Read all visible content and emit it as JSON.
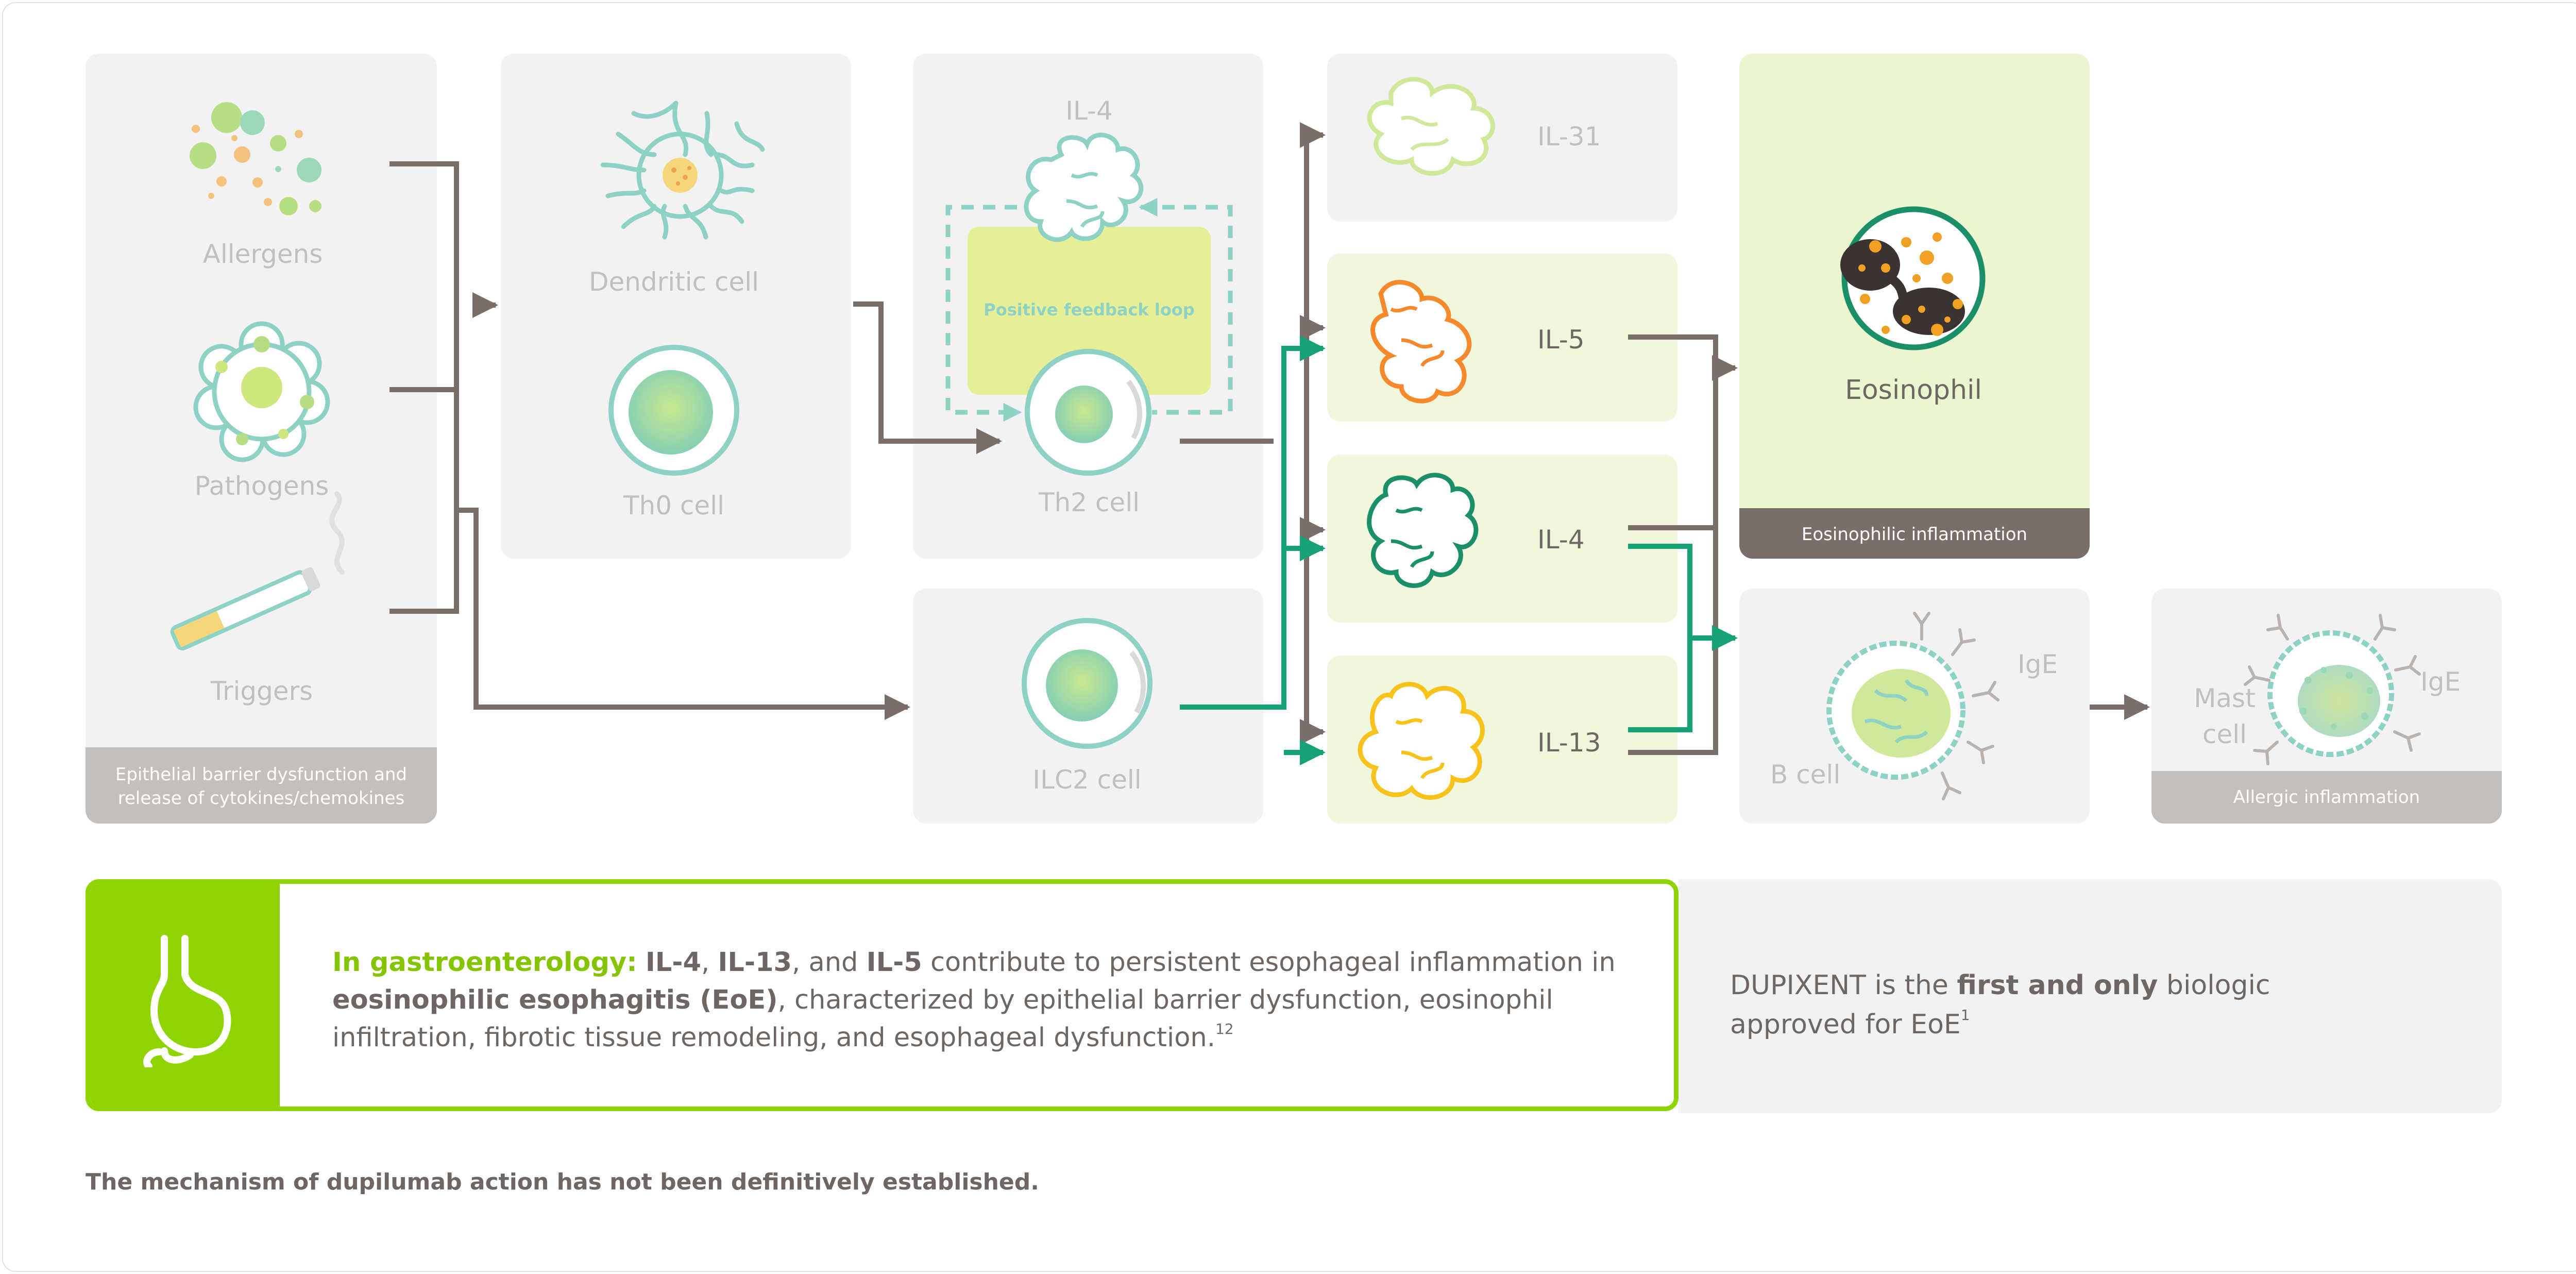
{
  "colors": {
    "panel_gray": "#f2f2f2",
    "panel_green": "#f0f7dd",
    "panel_green_strong": "#eaf6d0",
    "label_gray": "#c0c0c0",
    "label_dark": "#6e6662",
    "line_brown": "#7a6e68",
    "line_green": "#17a176",
    "accent_green": "#8fd400",
    "teal_cell": "#8ed2c5",
    "orange_cytokine": "#f5892c",
    "yellow_cytokine": "#f6c21b",
    "green_cytokine": "#1b8f67",
    "feedback_yellow": "#e6ee96"
  },
  "diagram": {
    "triggers_panel": {
      "allergens": "Allergens",
      "pathogens": "Pathogens",
      "triggers": "Triggers",
      "footer_line1": "Epithelial barrier dysfunction and",
      "footer_line2": "release of cytokines/chemokines"
    },
    "dendritic_panel": {
      "dendritic": "Dendritic cell",
      "th0": "Th0 cell"
    },
    "th2_panel": {
      "il4_top": "IL-4",
      "feedback": "Positive feedback loop",
      "th2": "Th2 cell"
    },
    "ilc2_panel": {
      "ilc2": "ILC2 cell"
    },
    "cytokines": {
      "il31": "IL-31",
      "il5": "IL-5",
      "il4": "IL-4",
      "il13": "IL-13"
    },
    "eosinophil_panel": {
      "eosinophil": "Eosinophil",
      "footer": "Eosinophilic inflammation"
    },
    "bcell_panel": {
      "ige": "IgE",
      "bcell": "B cell"
    },
    "mast_panel": {
      "mast_line1": "Mast",
      "mast_line2": "cell",
      "ige": "IgE",
      "footer": "Allergic inflammation"
    }
  },
  "info_box": {
    "icon": "stomach-icon",
    "lead": "In gastroenterology:",
    "il4": "IL-4",
    "sep1": ", ",
    "il13": "IL-13",
    "sep2": ", and ",
    "il5": "IL-5",
    "text1": " contribute to persistent esophageal inflammation in ",
    "eoe": "eosinophilic esophagitis (EoE)",
    "text2": ", characterized by epithelial barrier dysfunction, eosinophil infiltration, fibrotic tissue remodeling, and esophageal dysfunction.",
    "ref": "12"
  },
  "side_note": {
    "text1": "DUPIXENT is the ",
    "bold": "first and only",
    "text2": " biologic approved for EoE",
    "ref": "1"
  },
  "footer_note": "The mechanism of dupilumab action has not been definitively established."
}
